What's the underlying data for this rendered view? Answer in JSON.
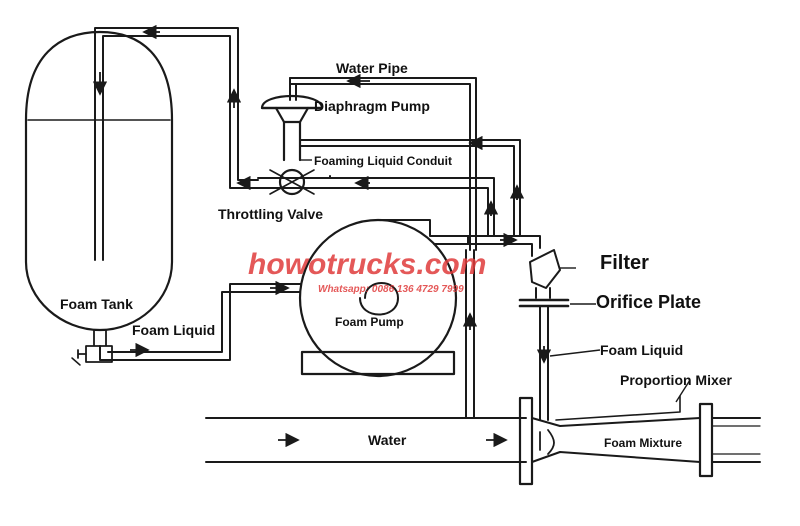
{
  "labels": {
    "water_pipe": "Water Pipe",
    "diaphragm_pump": "Diaphragm Pump",
    "foaming_liquid_conduit": "Foaming Liquid Conduit",
    "throttling_valve": "Throttling Valve",
    "filter": "Filter",
    "orifice_plate": "Orifice Plate",
    "foam_tank": "Foam Tank",
    "foam_liquid_left": "Foam Liquid",
    "foam_pump": "Foam Pump",
    "foam_liquid_right": "Foam Liquid",
    "proportion_mixer": "Proportion Mixer",
    "water": "Water",
    "foam_mixture": "Foam Mixture"
  },
  "watermark": {
    "brand": "howotrucks.com",
    "contact": "Whatsapp: 0086 136 4729 7999"
  },
  "colors": {
    "line": "#1a1a1a",
    "watermark": "#e03b3b",
    "background": "#ffffff"
  }
}
